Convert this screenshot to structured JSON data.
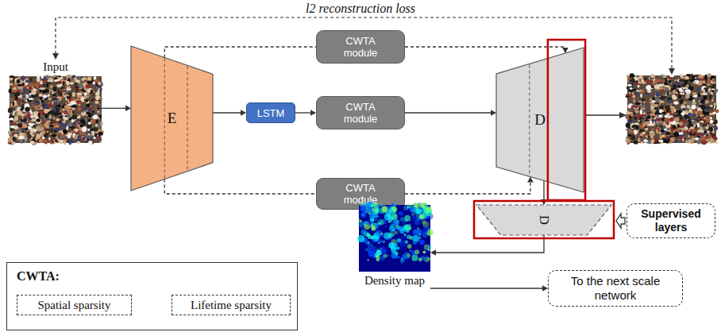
{
  "diagram": {
    "nodes": [
      {
        "text": [
          "Input"
        ]
      },
      {
        "text": [
          "E"
        ]
      },
      {
        "text": [
          "CWTA module"
        ]
      },
      {
        "text": [
          "LSTM"
        ]
      },
      {
        "text": [
          "CWTA module"
        ]
      },
      {
        "text": [
          "CWTA module"
        ]
      },
      {
        "text": [
          "D"
        ]
      },
      {
        "text": [
          "D"
        ]
      },
      {
        "text": [
          "Supervised layers"
        ]
      },
      {
        "text": [
          "Density map"
        ]
      },
      {
        "text": [
          "To the next scale network"
        ]
      },
      {
        "text": [
          "CWTA:"
        ]
      },
      {
        "text": [
          "Spatial sparsity"
        ],
        "in": 11
      },
      {
        "text": [
          "Lifetime sparsity"
        ],
        "in": 11
      }
    ],
    "edges": [
      {
        "from": 0,
        "to": 1,
        "arrow": "to"
      },
      {
        "from": 1,
        "to": 3,
        "arrow": "to"
      },
      {
        "from": 3,
        "to": 4,
        "arrow": "to"
      },
      {
        "from": 4,
        "to": 6,
        "arrow": "to"
      },
      {
        "from": 1,
        "to": 2,
        "arrow": "none"
      },
      {
        "from": 2,
        "to": 6,
        "arrow": "to"
      },
      {
        "from": 1,
        "to": 5,
        "arrow": "none"
      },
      {
        "from": 5,
        "to": 6,
        "arrow": "to"
      },
      {
        "from": 6,
        "to": 7,
        "arrow": "to"
      },
      {
        "from": 8,
        "to": 7,
        "arrow": "to"
      },
      {
        "from": 7,
        "to": 9,
        "arrow": "to"
      },
      {
        "from": 9,
        "to": 10,
        "arrow": "to"
      },
      {
        "from": 12,
        "to": 13,
        "arrow": "to"
      }
    ],
    "labels": [
      "l2 reconstruction loss"
    ]
  }
}
